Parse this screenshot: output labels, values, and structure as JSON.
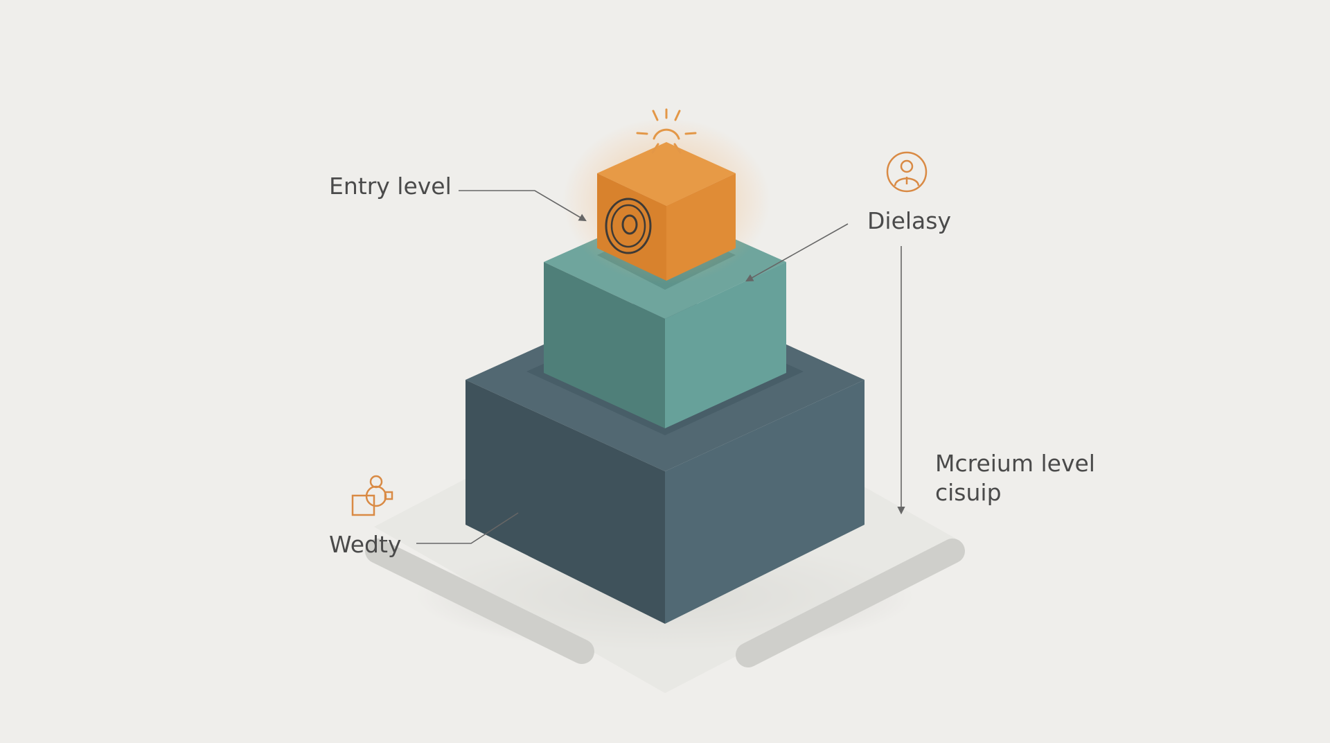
{
  "diagram": {
    "labels": {
      "entry": "Entry level",
      "top_right": "Dielasy",
      "medium_line1": "Mcreium level",
      "medium_line2": "cisuip",
      "bottom_left": "Wedty"
    },
    "colors": {
      "background": "#efeeeb",
      "accent_orange": "#dd8a38",
      "tier_teal": "#5b9690",
      "tier_slate": "#465e69",
      "text": "#4a4a4a",
      "connector": "#666666"
    },
    "icons": {
      "top_cube_glow": "sun-rays-icon",
      "top_cube_face": "target-circle-icon",
      "person": "person-badge-icon",
      "shapes": "shapes-icon"
    }
  }
}
